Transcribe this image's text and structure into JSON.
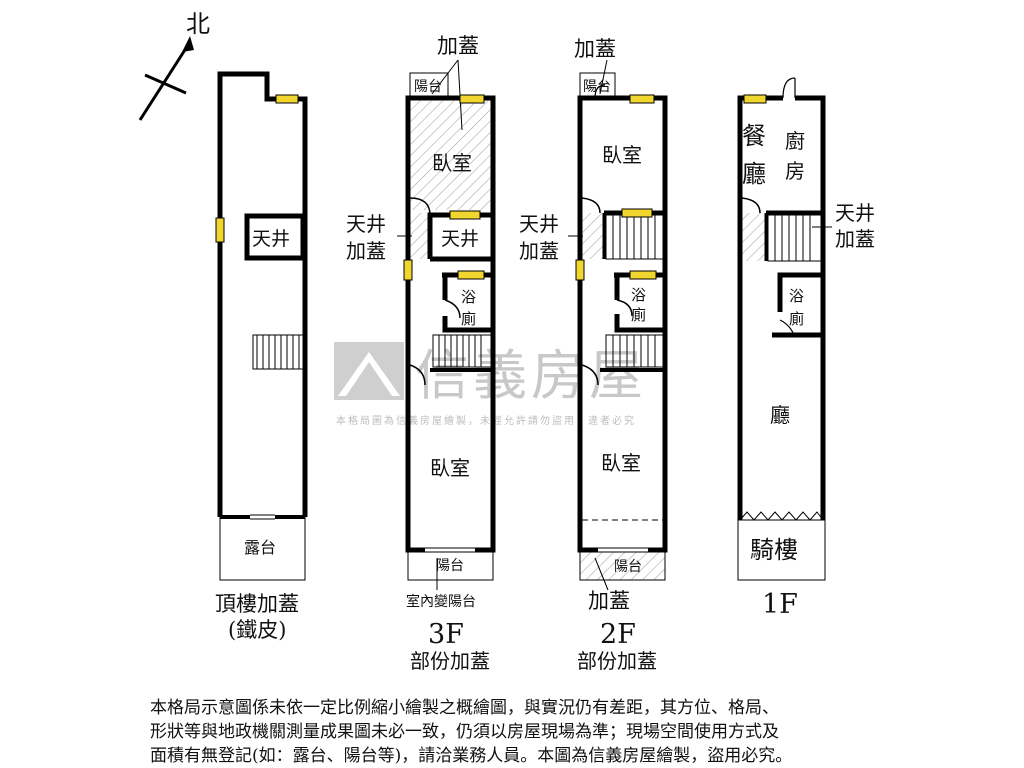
{
  "compass": {
    "label": "北"
  },
  "roof": {
    "caption": "頂樓加蓋",
    "subcaption": "(鐵皮)",
    "patio": "露台",
    "skylight": "天井"
  },
  "floor3": {
    "caption": "3F",
    "subcaption": "部份加蓋",
    "addon_top": "加蓋",
    "balcony_top": "陽台",
    "bedroom_top": "臥室",
    "skylight": "天井",
    "skylight_addon_1": "天井",
    "skylight_addon_2": "加蓋",
    "bath_1": "浴",
    "bath_2": "廁",
    "bedroom_bottom": "臥室",
    "balcony_bottom": "陽台",
    "balcony_note": "室內變陽台"
  },
  "floor2": {
    "caption": "2F",
    "subcaption": "部份加蓋",
    "addon_top": "加蓋",
    "balcony_top": "陽台",
    "bedroom_top": "臥室",
    "skylight_addon_1": "天井",
    "skylight_addon_2": "加蓋",
    "bath_1": "浴",
    "bath_2": "廁",
    "bedroom_bottom": "臥室",
    "balcony_bottom": "陽台",
    "addon_bottom": "加蓋"
  },
  "floor1": {
    "caption": "1F",
    "dining_1": "餐",
    "dining_2": "廳",
    "kitchen_1": "廚",
    "kitchen_2": "房",
    "skylight_addon_1": "天井",
    "skylight_addon_2": "加蓋",
    "bath_1": "浴",
    "bath_2": "廁",
    "living": "廳",
    "arcade": "騎樓"
  },
  "watermark": {
    "brand": "信義房屋",
    "notice": "本格局圖為信義房屋繪製，未經允許請勿盜用，違者必究"
  },
  "disclaimer": {
    "line1": "本格局示意圖係未依一定比例縮小繪製之概繪圖，與實況仍有差距，其方位、格局、",
    "line2": "形狀等與地政機關測量成果圖未必一致，仍須以房屋現場為準；現場空間使用方式及",
    "line3": "面積有無登記(如：露台、陽台等)，請洽業務人員。本圖為信義房屋繪製，盜用必究。"
  },
  "colors": {
    "window": "#f2d630",
    "wall": "#000000",
    "hatch": "#999999",
    "watermark": "#c8c8c8"
  }
}
